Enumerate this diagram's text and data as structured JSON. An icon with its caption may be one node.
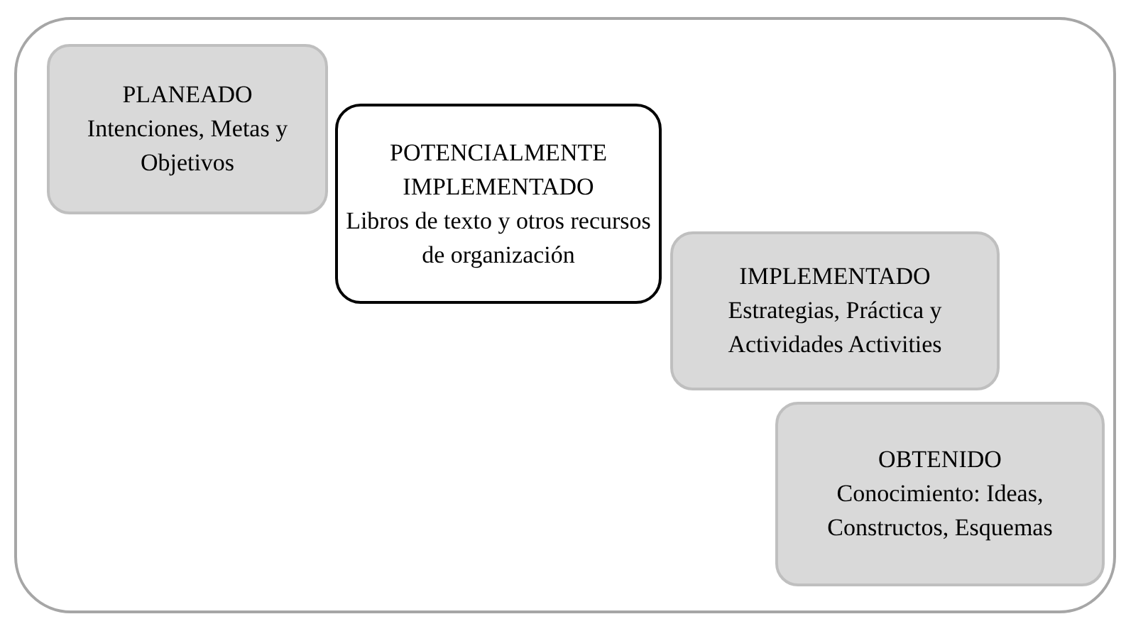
{
  "diagram": {
    "nodes": [
      {
        "text": [],
        "shape": "box"
      },
      {
        "text": [
          "PLANEADO",
          "Intenciones, Metas y Objetivos"
        ],
        "in": 0
      },
      {
        "text": [
          "POTENCIALMENTE IMPLEMENTADO",
          "Libros de texto y otros recursos de organización"
        ],
        "in": 0
      },
      {
        "text": [
          "IMPLEMENTADO",
          "Estrategias, Práctica y Actividades Activities"
        ],
        "in": 0
      },
      {
        "text": [
          "OBTENIDO",
          "Conocimiento: Ideas, Constructos, Esquemas"
        ],
        "in": 0
      }
    ],
    "edges": []
  }
}
